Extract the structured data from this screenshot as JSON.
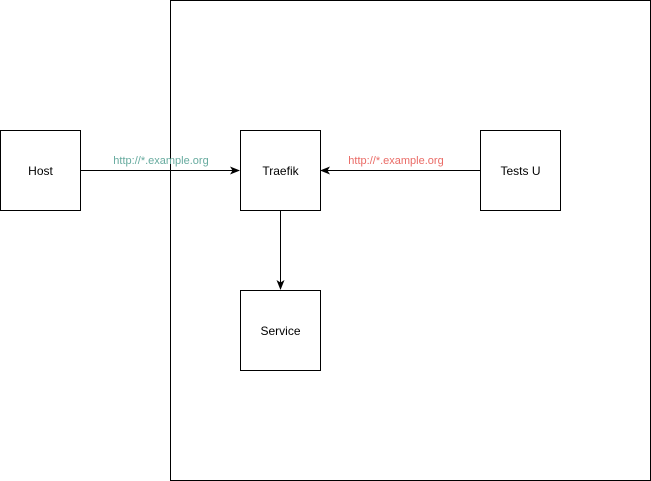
{
  "nodes": {
    "host": {
      "label": "Host"
    },
    "traefik": {
      "label": "Traefik"
    },
    "tests": {
      "label": "Tests U"
    },
    "service": {
      "label": "Service"
    }
  },
  "edges": {
    "host_to_traefik": {
      "label": "http://*.example.org",
      "color": "#67AB9F"
    },
    "tests_to_traefik": {
      "label": "http://*.example.org",
      "color": "#EA6B66"
    },
    "traefik_to_service": {
      "label": ""
    }
  },
  "colors": {
    "stroke": "#000000",
    "background": "#ffffff"
  }
}
